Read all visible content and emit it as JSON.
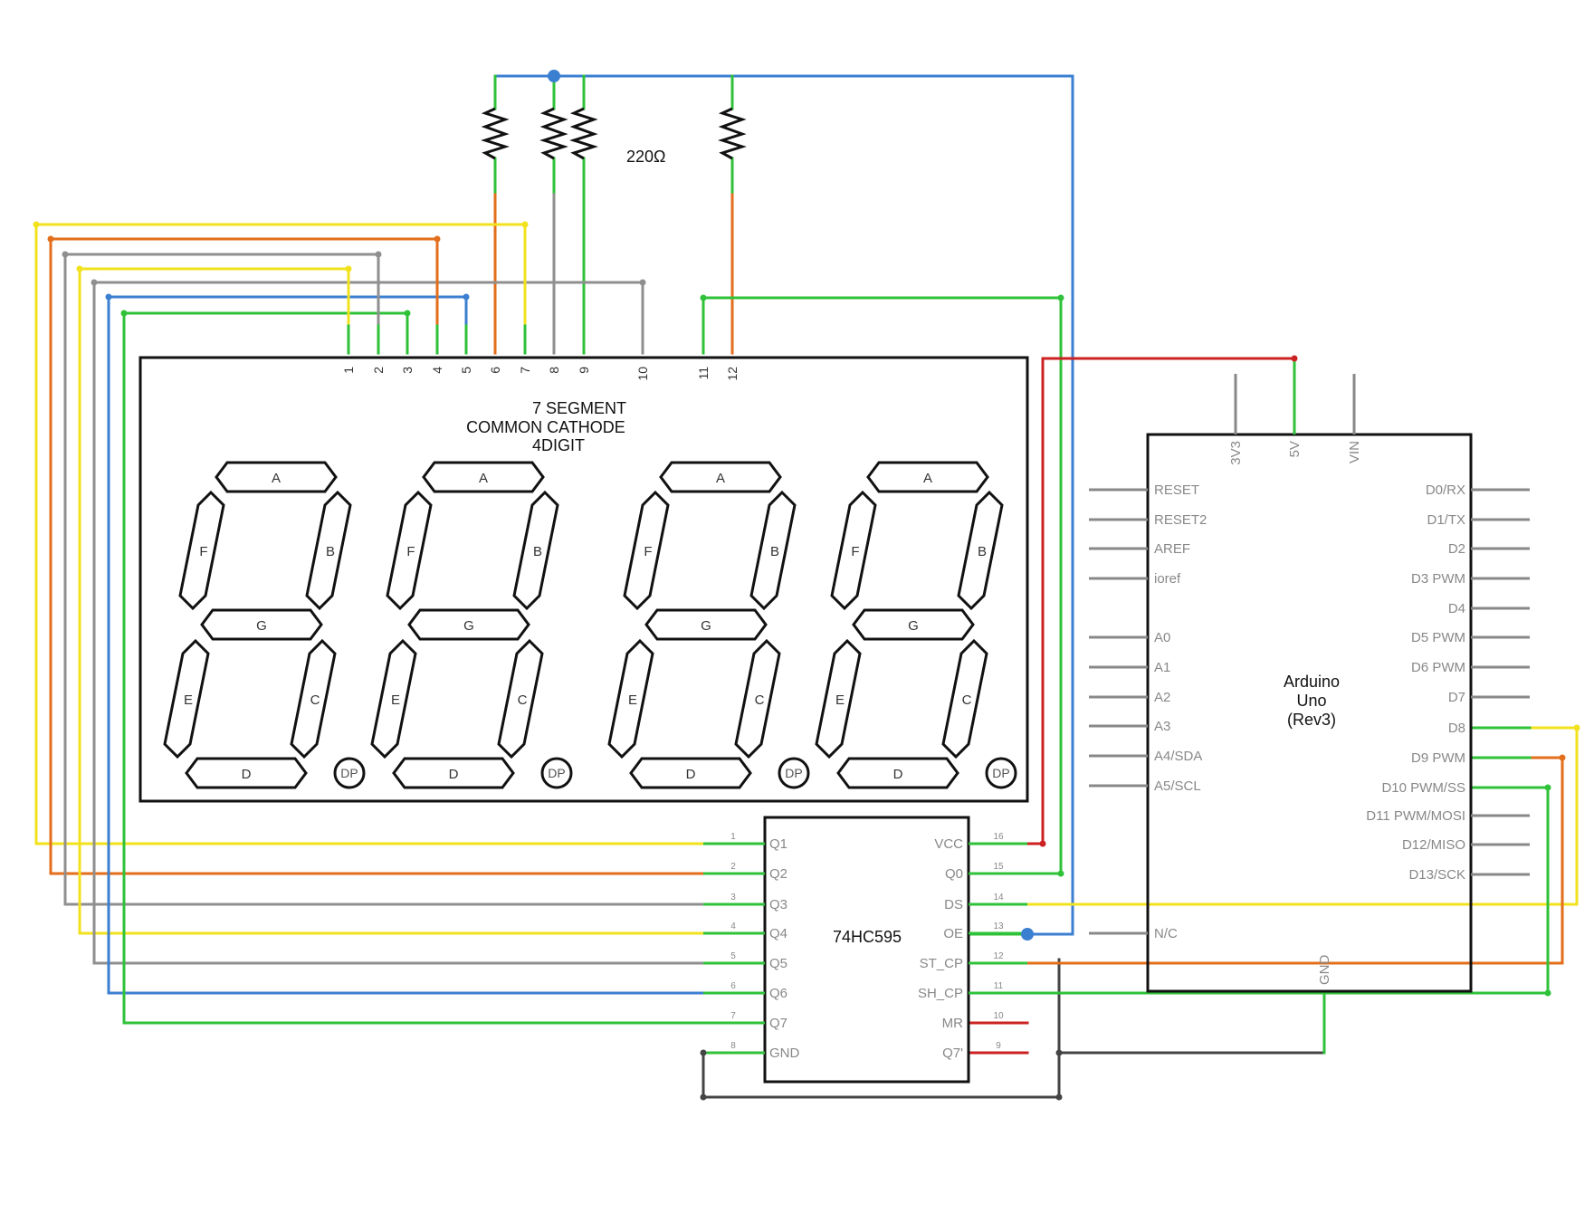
{
  "resistor_value": "220Ω",
  "display": {
    "title_lines": [
      "7 SEGMENT",
      "COMMON CATHODE",
      "4DIGIT"
    ],
    "pins": [
      "1",
      "2",
      "3",
      "4",
      "5",
      "6",
      "7",
      "8",
      "9",
      "10",
      "11",
      "12"
    ],
    "segments": [
      "A",
      "B",
      "C",
      "D",
      "E",
      "F",
      "G"
    ],
    "dp_label": "DP"
  },
  "shift_register": {
    "name": "74HC595",
    "left_pins": [
      {
        "num": "1",
        "label": "Q1"
      },
      {
        "num": "2",
        "label": "Q2"
      },
      {
        "num": "3",
        "label": "Q3"
      },
      {
        "num": "4",
        "label": "Q4"
      },
      {
        "num": "5",
        "label": "Q5"
      },
      {
        "num": "6",
        "label": "Q6"
      },
      {
        "num": "7",
        "label": "Q7"
      },
      {
        "num": "8",
        "label": "GND"
      }
    ],
    "right_pins": [
      {
        "num": "16",
        "label": "VCC"
      },
      {
        "num": "15",
        "label": "Q0"
      },
      {
        "num": "14",
        "label": "DS"
      },
      {
        "num": "13",
        "label": "OE"
      },
      {
        "num": "12",
        "label": "ST_CP"
      },
      {
        "num": "11",
        "label": "SH_CP"
      },
      {
        "num": "10",
        "label": "MR"
      },
      {
        "num": "9",
        "label": "Q7'"
      }
    ]
  },
  "arduino": {
    "name_lines": [
      "Arduino",
      "Uno",
      "(Rev3)"
    ],
    "top_pins": [
      "3V3",
      "5V",
      "VIN"
    ],
    "left_pins": [
      "RESET",
      "RESET2",
      "AREF",
      "ioref",
      "A0",
      "A1",
      "A2",
      "A3",
      "A4/SDA",
      "A5/SCL",
      "N/C"
    ],
    "right_pins": [
      "D0/RX",
      "D1/TX",
      "D2",
      "D3 PWM",
      "D4",
      "D5 PWM",
      "D6 PWM",
      "D7",
      "D8",
      "D9 PWM",
      "D10 PWM/SS",
      "D11 PWM/MOSI",
      "D12/MISO",
      "D13/SCK"
    ],
    "bottom_pin": "GND"
  },
  "colors": {
    "yellow": "#f2e21d",
    "orange": "#e36e1b",
    "gray": "#8f8f8f",
    "blue": "#3b7fd1",
    "green": "#2fc239",
    "red": "#cc2222",
    "dark": "#444444"
  }
}
